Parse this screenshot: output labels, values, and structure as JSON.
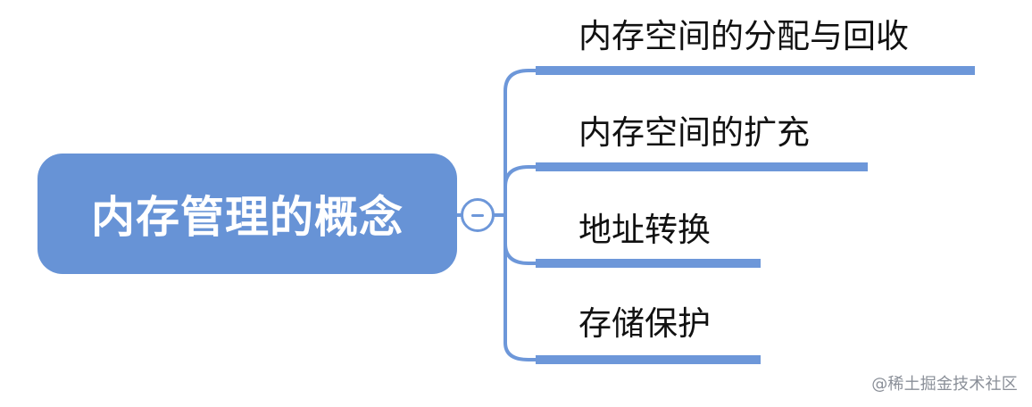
{
  "mindmap": {
    "root": {
      "label": "内存管理的概念"
    },
    "toggle": {
      "icon": "minus-icon"
    },
    "branches": [
      {
        "label": "内存空间的分配与回收"
      },
      {
        "label": "内存空间的扩充"
      },
      {
        "label": "地址转换"
      },
      {
        "label": "存储保护"
      }
    ]
  },
  "watermark": {
    "text": "@稀土掘金技术社区"
  },
  "colors": {
    "root_fill": "#6793d6",
    "line": "#6d97d9",
    "text": "#111111",
    "watermark": "#8a8f98"
  }
}
